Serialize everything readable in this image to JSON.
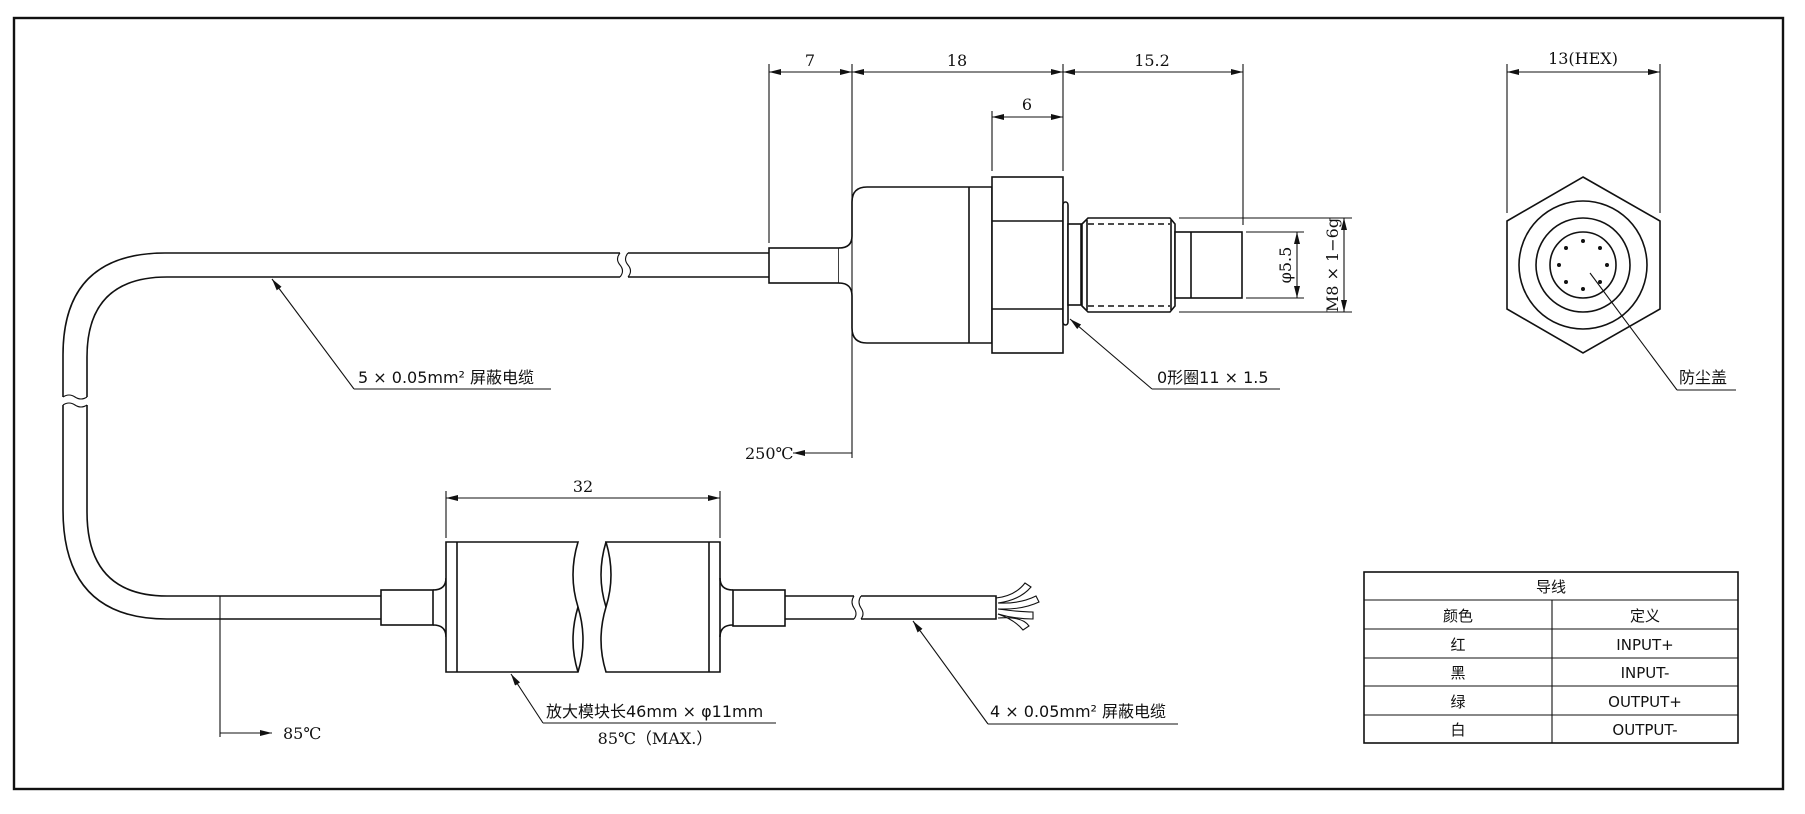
{
  "drawing": {
    "dimensions": {
      "cable_collar": "7",
      "body_length": "18",
      "hex_width": "6",
      "thread_length": "15.2",
      "hex_across_flats": "13(HEX)",
      "tip_diameter": "φ5.5",
      "thread_spec": "M8 × 1−6g",
      "module_visible_length": "32"
    },
    "labels": {
      "top_cable": "5 × 0.05mm² 屏蔽电缆",
      "o_ring": "0形圈11 × 1.5",
      "dust_cap": "防尘盖",
      "temp_sensor": "250℃",
      "temp_cable": "85℃",
      "module": "放大模块长46mm × φ11mm",
      "module_temp": "85℃（MAX.）",
      "output_cable": "4 × 0.05mm² 屏蔽电缆"
    },
    "wire_table": {
      "title": "导线",
      "headers": [
        "颜色",
        "定义"
      ],
      "rows": [
        {
          "color": "红",
          "definition": "INPUT+"
        },
        {
          "color": "黑",
          "definition": "INPUT-"
        },
        {
          "color": "绿",
          "definition": "OUTPUT+"
        },
        {
          "color": "白",
          "definition": "OUTPUT-"
        }
      ]
    }
  }
}
